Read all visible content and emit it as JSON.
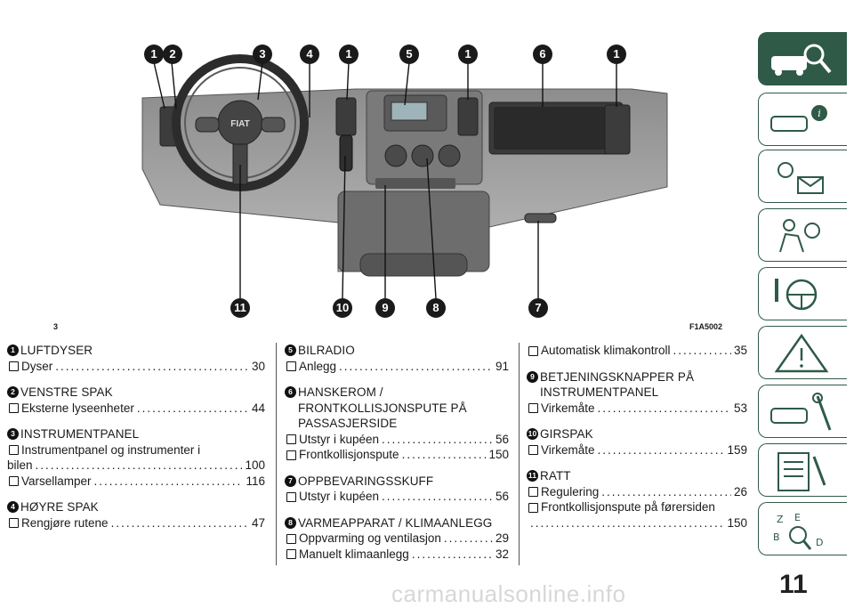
{
  "figure": {
    "code_left": "3",
    "code_right": "F1A5002",
    "callouts_top": [
      "1",
      "2",
      "3",
      "4",
      "1",
      "5",
      "1",
      "6",
      "1"
    ],
    "callouts_bottom": [
      "11",
      "10",
      "9",
      "8",
      "7"
    ]
  },
  "sections": [
    {
      "num": "1",
      "title": "LUFTDYSER",
      "entries": [
        {
          "label": "Dyser",
          "page": "30"
        }
      ]
    },
    {
      "num": "2",
      "title": "VENSTRE SPAK",
      "entries": [
        {
          "label": "Eksterne lyseenheter",
          "page": "44"
        }
      ]
    },
    {
      "num": "3",
      "title": "INSTRUMENTPANEL",
      "entries": [
        {
          "label": "Instrumentpanel og instrumenter i",
          "cont": "bilen",
          "page": "100"
        },
        {
          "label": "Varsellamper",
          "page": "116"
        }
      ]
    },
    {
      "num": "4",
      "title": "HØYRE SPAK",
      "entries": [
        {
          "label": "Rengjøre rutene",
          "page": "47"
        }
      ]
    },
    {
      "num": "5",
      "title": "BILRADIO",
      "entries": [
        {
          "label": "Anlegg",
          "page": "91"
        }
      ]
    },
    {
      "num": "6",
      "title": "HANSKEROM / FRONTKOLLISJONSPUTE PÅ PASSASJERSIDE",
      "entries": [
        {
          "label": "Utstyr i kupéen",
          "page": "56"
        },
        {
          "label": "Frontkollisjonspute",
          "page": "150"
        }
      ]
    },
    {
      "num": "7",
      "title": "OPPBEVARINGSSKUFF",
      "entries": [
        {
          "label": "Utstyr i kupéen",
          "page": "56"
        }
      ]
    },
    {
      "num": "8",
      "title": "VARMEAPPARAT / KLIMAANLEGG",
      "entries": [
        {
          "label": "Oppvarming og ventilasjon",
          "page": "29"
        },
        {
          "label": "Manuelt klimaanlegg",
          "page": "32"
        }
      ]
    },
    {
      "num": "",
      "title": "",
      "entries": [
        {
          "label": "Automatisk klimakontroll",
          "page": "35"
        }
      ]
    },
    {
      "num": "9",
      "title": "BETJENINGSKNAPPER PÅ INSTRUMENTPANEL",
      "entries": [
        {
          "label": "Virkemåte",
          "page": "53"
        }
      ]
    },
    {
      "num": "10",
      "title": "GIRSPAK",
      "entries": [
        {
          "label": "Virkemåte",
          "page": "159"
        }
      ]
    },
    {
      "num": "11",
      "title": "RATT",
      "entries": [
        {
          "label": "Regulering",
          "page": "26"
        },
        {
          "label": "Frontkollisjonspute på førersiden",
          "cont": "",
          "page": "150"
        }
      ]
    }
  ],
  "page_number": "11",
  "watermark": "carmanualsonline.info",
  "sidebar_tabs": [
    "car-search-icon",
    "car-info-icon",
    "lights-mail-icon",
    "airbag-person-icon",
    "steering-wheel-icon",
    "warning-triangle-icon",
    "car-tools-icon",
    "document-list-icon",
    "index-search-icon"
  ]
}
